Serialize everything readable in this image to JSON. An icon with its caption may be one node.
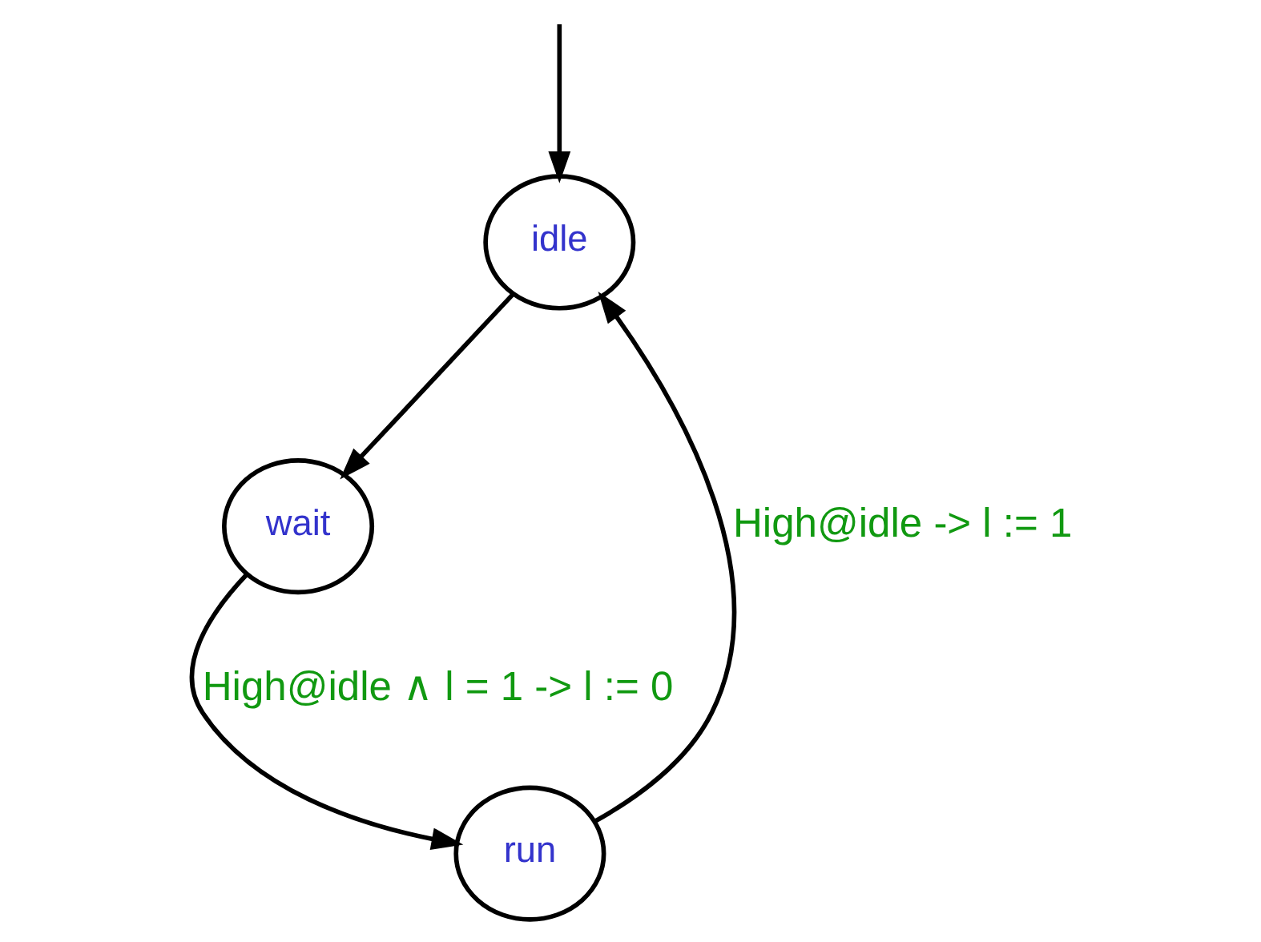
{
  "diagram": {
    "nodes": [
      {
        "text": [
          "idle"
        ]
      },
      {
        "text": [
          "wait"
        ]
      },
      {
        "text": [
          "run"
        ]
      }
    ],
    "edges": [
      {
        "from": null,
        "to": 0,
        "arrow": "to"
      },
      {
        "from": 0,
        "to": 1,
        "arrow": "to"
      },
      {
        "from": 1,
        "to": 2,
        "arrow": "to",
        "label": "High@idle ∧ l = 1 -> l := 0"
      },
      {
        "from": 2,
        "to": 0,
        "arrow": "to",
        "label": "High@idle -> l := 1"
      }
    ]
  }
}
